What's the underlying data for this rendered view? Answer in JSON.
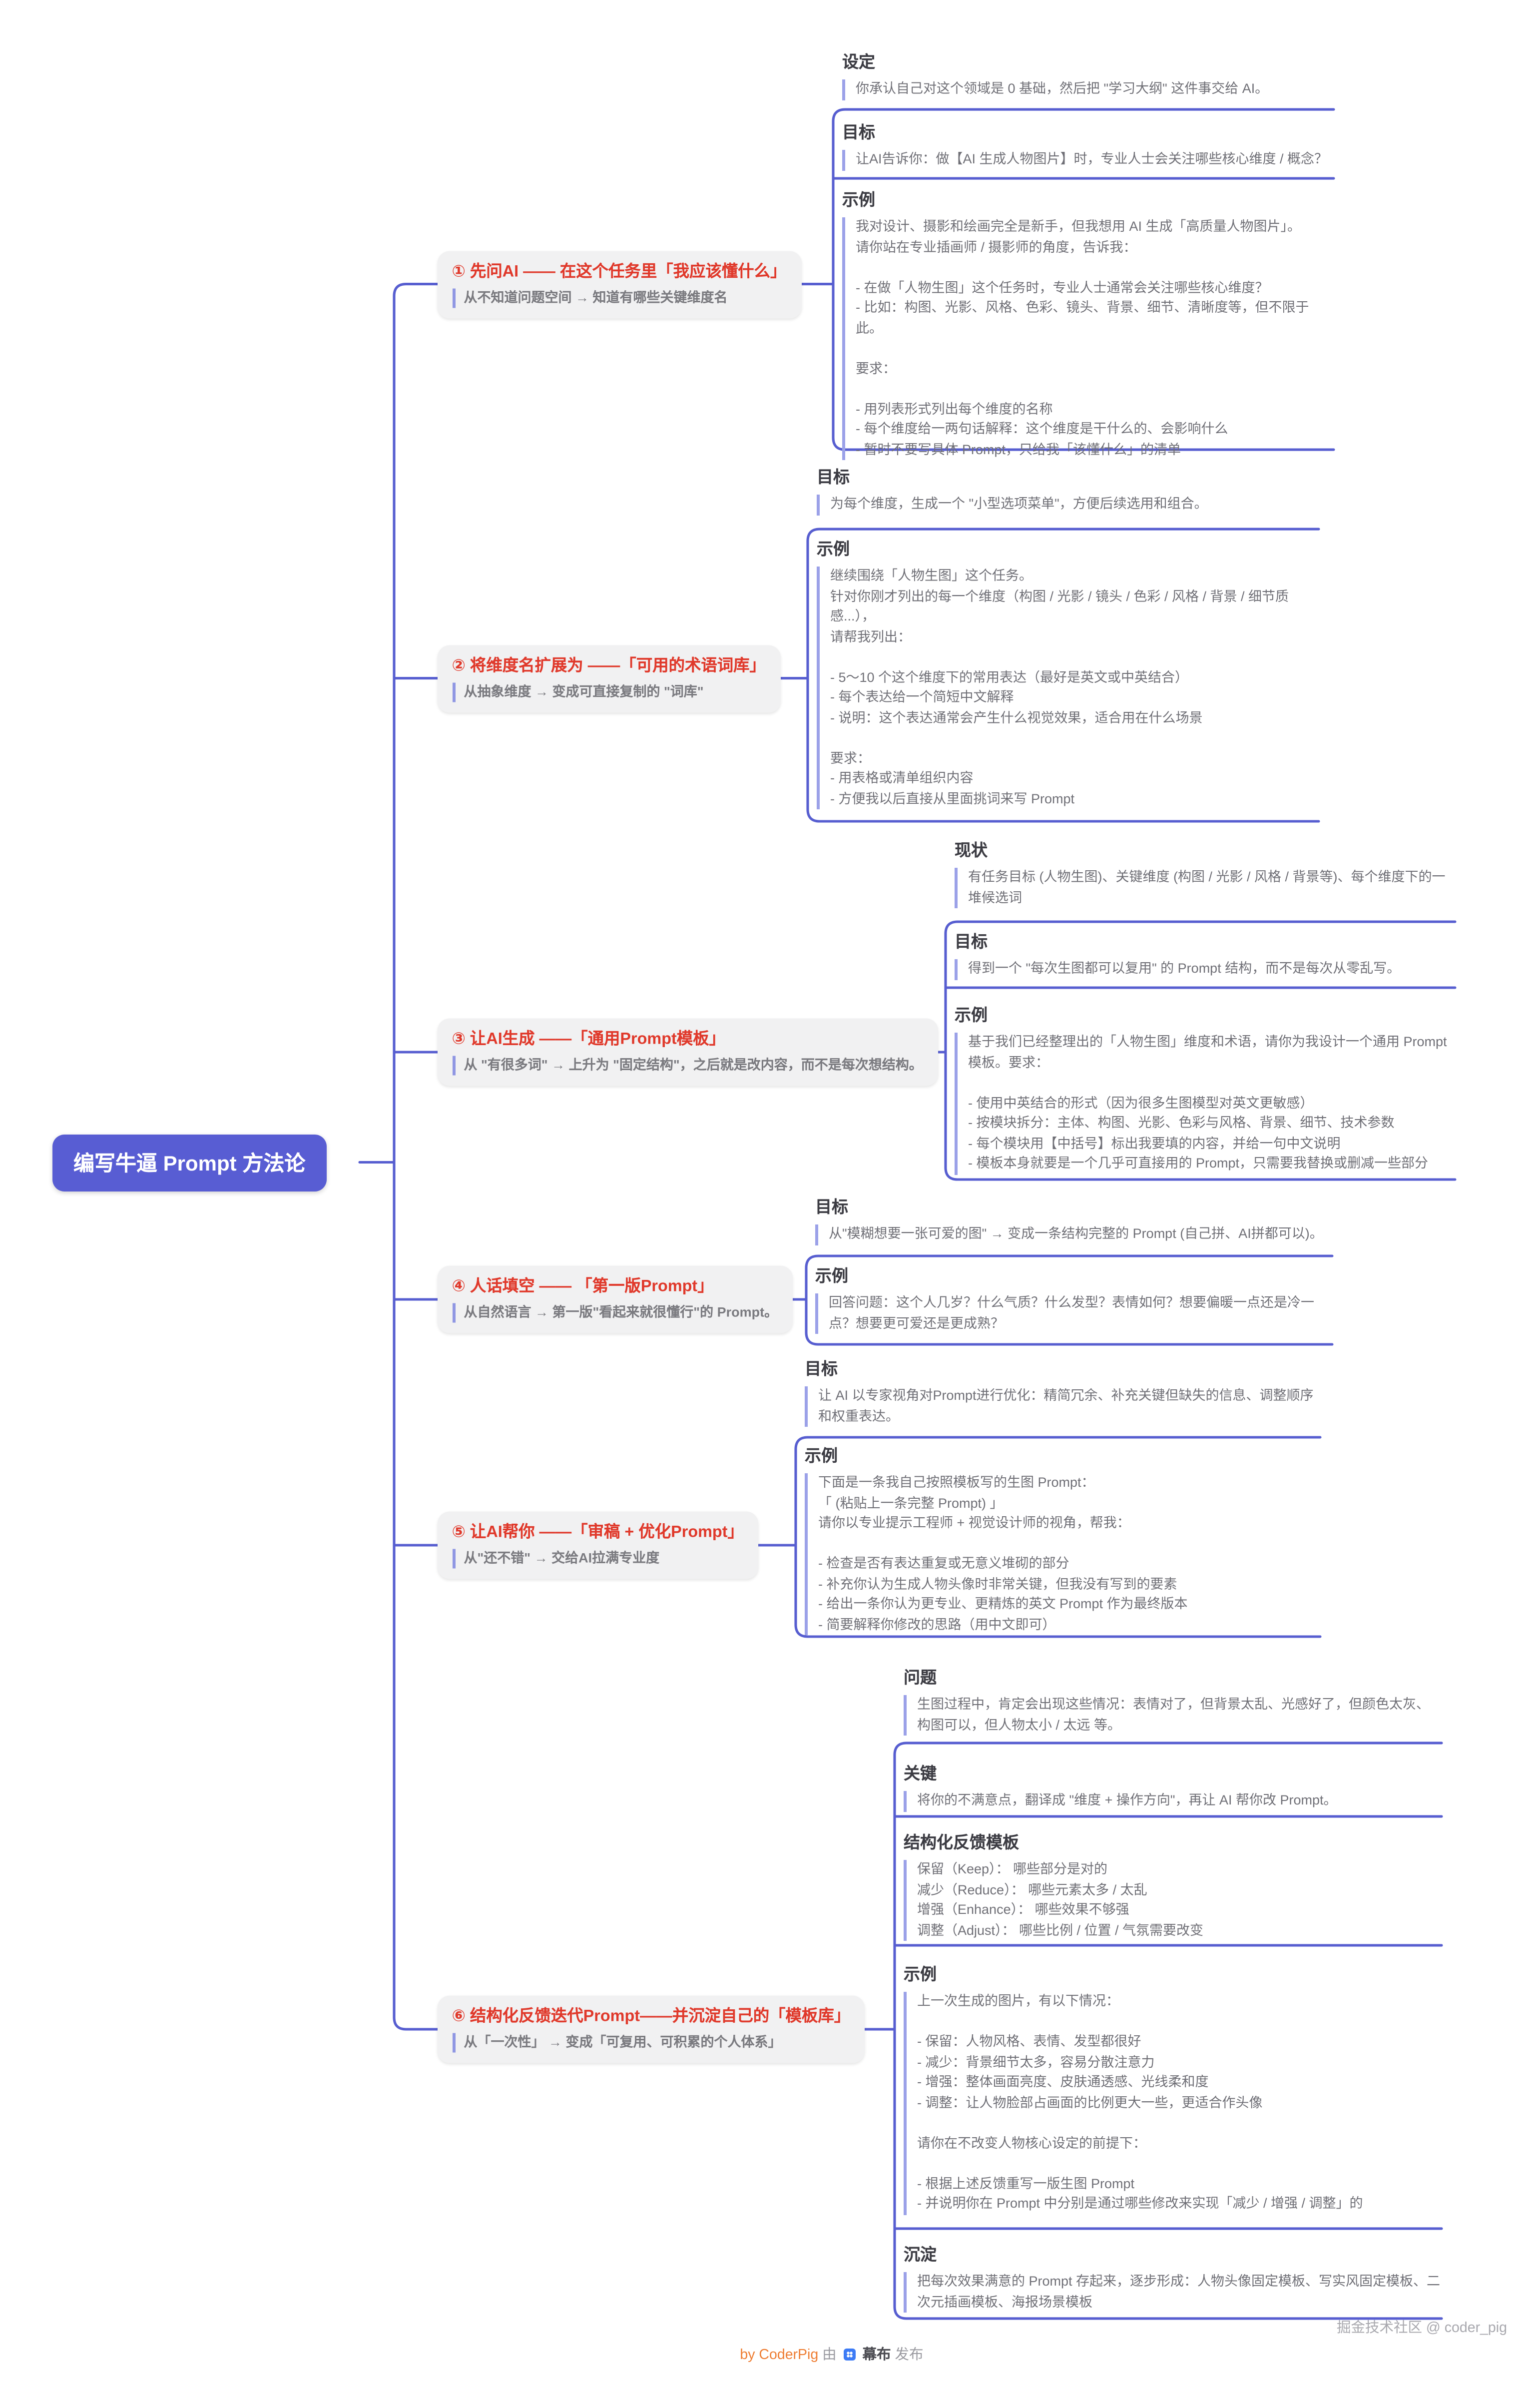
{
  "root": {
    "title": "编写牛逼 Prompt 方法论"
  },
  "colors": {
    "root_bg": "#585dd3",
    "connector": "#575ed0",
    "branch_title": "#e0392b",
    "branch_card_bg": "#f1f1f2",
    "block_title": "#3c3c43",
    "body_text": "#6f6f76",
    "quote_bar": "#9ba1e8",
    "credit_orange": "#ee7d32",
    "mubu_blue": "#3d7bf5"
  },
  "branches": [
    {
      "title": "① 先问AI —— 在这个任务里「我应该懂什么」",
      "subtitle": "从不知道问题空间 → 知道有哪些关键维度名",
      "children": [
        {
          "label": "设定",
          "body": "你承认自己对这个领域是 0 基础，然后把 \"学习大纲\" 这件事交给 AI。"
        },
        {
          "label": "目标",
          "body": "让AI告诉你：做【AI 生成人物图片】时，专业人士会关注哪些核心维度 / 概念？"
        },
        {
          "label": "示例",
          "body": "我对设计、摄影和绘画完全是新手，但我想用 AI 生成「高质量人物图片」。\n请你站在专业插画师 / 摄影师的角度，告诉我：\n\n- 在做「人物生图」这个任务时，专业人士通常会关注哪些核心维度？\n- 比如：构图、光影、风格、色彩、镜头、背景、细节、清晰度等，但不限于此。\n\n要求：\n\n- 用列表形式列出每个维度的名称\n- 每个维度给一两句话解释：这个维度是干什么的、会影响什么\n- 暂时不要写具体 Prompt，只给我「该懂什么」的清单"
        }
      ]
    },
    {
      "title": "② 将维度名扩展为 ——「可用的术语词库」",
      "subtitle": "从抽象维度 → 变成可直接复制的 \"词库\"",
      "children": [
        {
          "label": "目标",
          "body": "为每个维度，生成一个 \"小型选项菜单\"，方便后续选用和组合。"
        },
        {
          "label": "示例",
          "body": "继续围绕「人物生图」这个任务。\n针对你刚才列出的每一个维度（构图 / 光影 / 镜头 / 色彩 / 风格 / 背景 / 细节质感...），\n请帮我列出：\n\n- 5～10 个这个维度下的常用表达（最好是英文或中英结合）\n- 每个表达给一个简短中文解释\n- 说明：这个表达通常会产生什么视觉效果，适合用在什么场景\n\n要求：\n- 用表格或清单组织内容\n- 方便我以后直接从里面挑词来写 Prompt"
        }
      ]
    },
    {
      "title": "③ 让AI生成 ——「通用Prompt模板」",
      "subtitle": "从 \"有很多词\" → 上升为 \"固定结构\"，之后就是改内容，而不是每次想结构。",
      "children": [
        {
          "label": "现状",
          "body": "有任务目标 (人物生图)、关键维度 (构图 / 光影 / 风格 / 背景等)、每个维度下的一堆候选词"
        },
        {
          "label": "目标",
          "body": "得到一个 \"每次生图都可以复用\" 的 Prompt 结构，而不是每次从零乱写。"
        },
        {
          "label": "示例",
          "body": "基于我们已经整理出的「人物生图」维度和术语，请你为我设计一个通用 Prompt 模板。要求：\n\n- 使用中英结合的形式（因为很多生图模型对英文更敏感）\n- 按模块拆分：主体、构图、光影、色彩与风格、背景、细节、技术参数\n- 每个模块用【中括号】标出我要填的内容，并给一句中文说明\n- 模板本身就要是一个几乎可直接用的 Prompt，只需要我替换或删减一些部分"
        }
      ]
    },
    {
      "title": "④ 人话填空 —— 「第一版Prompt」",
      "subtitle": "从自然语言 → 第一版\"看起来就很懂行\"的 Prompt。",
      "children": [
        {
          "label": "目标",
          "body": "从\"模糊想要一张可爱的图\" → 变成一条结构完整的 Prompt (自己拼、AI拼都可以)。"
        },
        {
          "label": "示例",
          "body": "回答问题：这个人几岁？什么气质？什么发型？表情如何？想要偏暖一点还是冷一点？想要更可爱还是更成熟？"
        }
      ]
    },
    {
      "title": "⑤ 让AI帮你 ——「审稿 + 优化Prompt」",
      "subtitle": "从\"还不错\" → 交给AI拉满专业度",
      "children": [
        {
          "label": "目标",
          "body": "让 AI 以专家视角对Prompt进行优化：精简冗余、补充关键但缺失的信息、调整顺序和权重表达。"
        },
        {
          "label": "示例",
          "body": "下面是一条我自己按照模板写的生图 Prompt：\n「 (粘贴上一条完整 Prompt) 」\n请你以专业提示工程师 + 视觉设计师的视角，帮我：\n\n- 检查是否有表达重复或无意义堆砌的部分\n- 补充你认为生成人物头像时非常关键，但我没有写到的要素\n- 给出一条你认为更专业、更精炼的英文 Prompt 作为最终版本\n- 简要解释你修改的思路（用中文即可）"
        }
      ]
    },
    {
      "title": "⑥ 结构化反馈迭代Prompt——并沉淀自己的「模板库」",
      "subtitle": "从「一次性」 → 变成「可复用、可积累的个人体系」",
      "children": [
        {
          "label": "问题",
          "body": "生图过程中，肯定会出现这些情况：表情对了，但背景太乱、光感好了，但颜色太灰、构图可以，但人物太小 / 太远 等。"
        },
        {
          "label": "关键",
          "body": "将你的不满意点，翻译成 \"维度 + 操作方向\"，再让 AI 帮你改 Prompt。"
        },
        {
          "label": "结构化反馈模板",
          "body": "保留（Keep）： 哪些部分是对的\n减少（Reduce）： 哪些元素太多 / 太乱\n增强（Enhance）： 哪些效果不够强\n调整（Adjust）： 哪些比例 / 位置 / 气氛需要改变"
        },
        {
          "label": "示例",
          "body": "上一次生成的图片，有以下情况：\n\n- 保留：人物风格、表情、发型都很好\n- 减少：背景细节太多，容易分散注意力\n- 增强：整体画面亮度、皮肤通透感、光线柔和度\n- 调整：让人物脸部占画面的比例更大一些，更适合作头像\n\n请你在不改变人物核心设定的前提下：\n\n- 根据上述反馈重写一版生图 Prompt\n- 并说明你在 Prompt 中分别是通过哪些修改来实现「减少 / 增强 / 调整」的"
        },
        {
          "label": "沉淀",
          "body": "把每次效果满意的 Prompt 存起来，逐步形成：人物头像固定模板、写实风固定模板、二次元插画模板、海报场景模板"
        }
      ]
    }
  ],
  "footer": {
    "credit": "by CoderPig",
    "via": "由",
    "brand": "幕布",
    "action": "发布"
  },
  "watermark": "掘金技术社区 @ coder_pig"
}
